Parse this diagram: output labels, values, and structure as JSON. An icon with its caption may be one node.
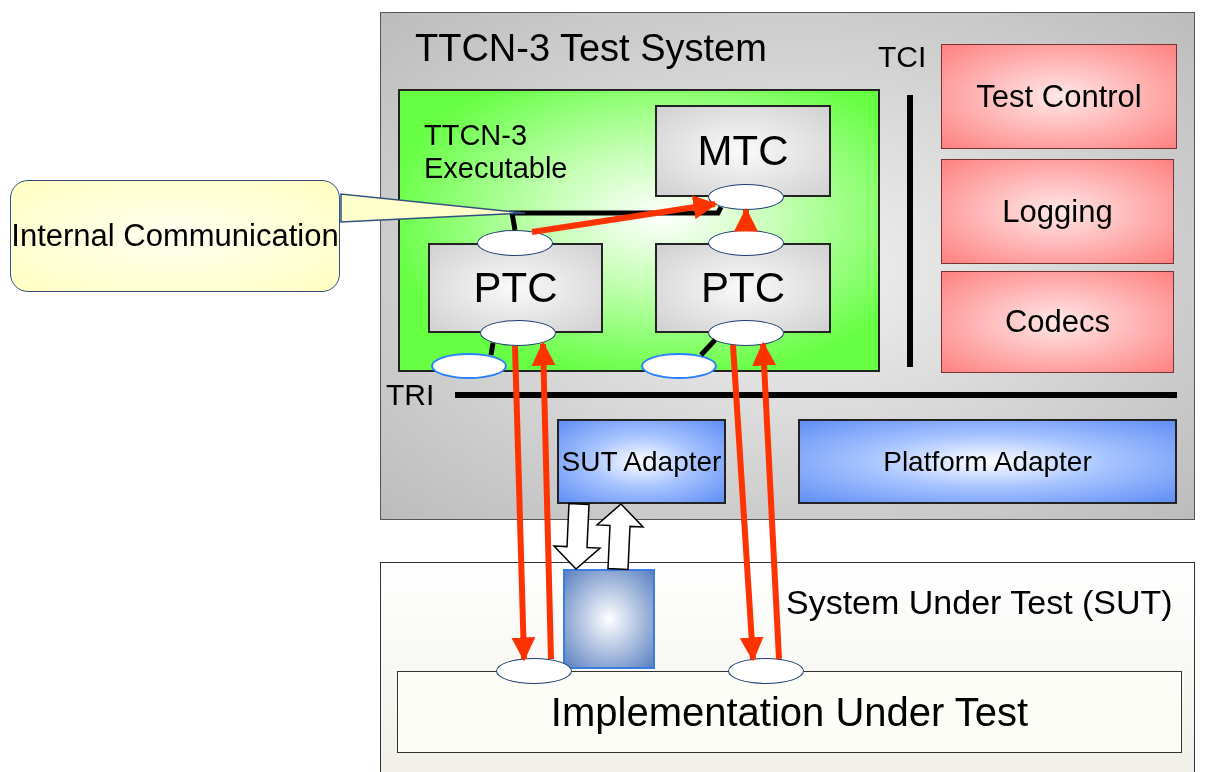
{
  "diagram": {
    "nodes": [
      {
        "text": [
          "TTCN-3 Test System"
        ]
      },
      {
        "text": [
          "TTCN-3 Executable"
        ],
        "in": 0
      },
      {
        "text": [
          "MTC"
        ],
        "in": 1
      },
      {
        "text": [
          "PTC"
        ],
        "in": 1
      },
      {
        "text": [
          "PTC"
        ],
        "in": 1
      },
      {
        "text": [
          "Test Control"
        ],
        "in": 0
      },
      {
        "text": [
          "Logging"
        ],
        "in": 0
      },
      {
        "text": [
          "Codecs"
        ],
        "in": 0
      },
      {
        "text": [
          "SUT Adapter"
        ],
        "in": 0
      },
      {
        "text": [
          "Platform Adapter"
        ],
        "in": 0
      },
      {
        "text": [
          "System Under Test (SUT)"
        ]
      },
      {
        "text": [
          "Implementation Under Test"
        ],
        "in": 10
      },
      {
        "text": [],
        "shape": "box",
        "in": 10
      },
      {
        "text": [
          "Internal Communication"
        ]
      },
      {
        "text": [],
        "shape": "oval",
        "in": 1
      },
      {
        "text": [],
        "shape": "oval",
        "in": 1
      },
      {
        "text": [],
        "shape": "oval",
        "in": 1
      },
      {
        "text": [],
        "shape": "oval",
        "in": 1
      },
      {
        "text": [],
        "shape": "oval",
        "in": 1
      },
      {
        "text": [],
        "shape": "oval",
        "in": 0
      },
      {
        "text": [],
        "shape": "oval",
        "in": 0
      },
      {
        "text": [],
        "shape": "oval",
        "in": 10
      },
      {
        "text": [],
        "shape": "oval",
        "in": 10
      }
    ],
    "edges": [
      {
        "from": 15,
        "to": 14,
        "arrow": "none",
        "color": "#000000"
      },
      {
        "from": 15,
        "to": 14,
        "arrow": "to"
      },
      {
        "from": 16,
        "to": 14,
        "arrow": "to"
      },
      {
        "from": 17,
        "to": 21,
        "arrow": "to"
      },
      {
        "from": 21,
        "to": 17,
        "arrow": "to"
      },
      {
        "from": 18,
        "to": 22,
        "arrow": "to"
      },
      {
        "from": 22,
        "to": 18,
        "arrow": "to"
      },
      {
        "from": 17,
        "to": 19,
        "arrow": "none",
        "color": "#000000"
      },
      {
        "from": 18,
        "to": 20,
        "arrow": "none",
        "color": "#000000"
      },
      {
        "from": 8,
        "to": 12,
        "arrow": "to",
        "style": "thick",
        "color": "#ffffff"
      },
      {
        "from": 12,
        "to": 8,
        "arrow": "to",
        "style": "thick",
        "color": "#ffffff"
      },
      {
        "from": 13,
        "to": null,
        "arrow": "to"
      }
    ],
    "labels": [
      "TCI",
      "TRI"
    ]
  }
}
